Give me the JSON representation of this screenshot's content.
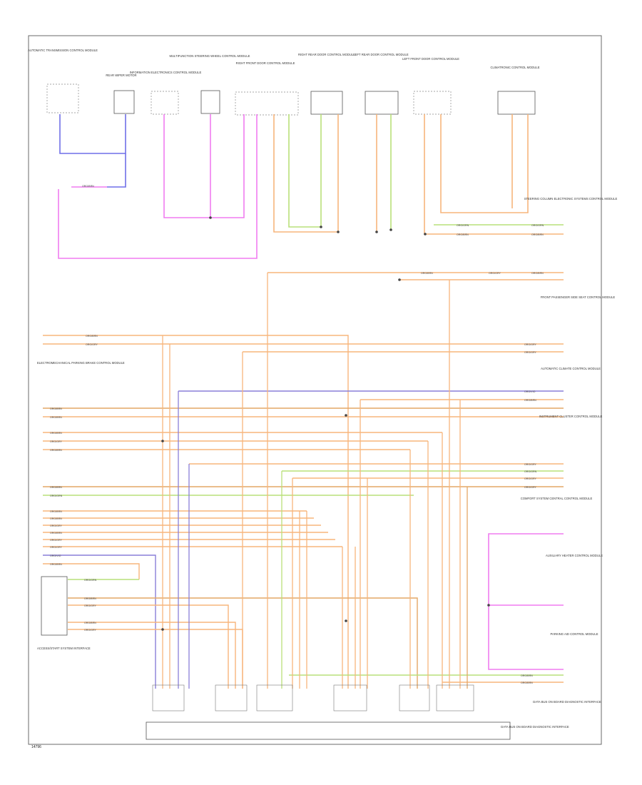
{
  "diagram_id": "",
  "colors": {
    "blue": "#6f6fe8",
    "pink": "#f07cf0",
    "orange": "#f7b57c",
    "green": "#b9e07a",
    "purple": "#8a7fd8",
    "gray": "#9a9a9a",
    "frame": "#555555"
  },
  "components_top": [
    {
      "id": "c1",
      "label": "AUTOMATIC TRANSMISSION CONTROL MODULE"
    },
    {
      "id": "c2",
      "label": "REAR WIPER MOTOR"
    },
    {
      "id": "c3",
      "label": "INFORMATION ELECTRONICS CONTROL MODULE"
    },
    {
      "id": "c4",
      "label": "MULTIFUNCTION STEERING WHEEL CONTROL MODULE"
    },
    {
      "id": "c5",
      "label": "RIGHT FRONT DOOR CONTROL MODULE"
    },
    {
      "id": "c6",
      "label": "RIGHT REAR DOOR CONTROL MODULE"
    },
    {
      "id": "c7",
      "label": "LEFT REAR DOOR CONTROL MODULE"
    },
    {
      "id": "c8",
      "label": "LEFT FRONT DOOR CONTROL MODULE"
    },
    {
      "id": "c9",
      "label": "CLIMATRONIC CONTROL MODULE"
    }
  ],
  "components_right": [
    {
      "id": "r1",
      "label": "STEERING COLUMN ELECTRONIC SYSTEMS CONTROL MODULE"
    },
    {
      "id": "r2",
      "label": "FRONT PASSENGER SIDE SEAT CONTROL MODULE"
    },
    {
      "id": "r3",
      "label": "AUTOMATIC CLIMATE CONTROL MODULE"
    },
    {
      "id": "r4",
      "label": "INSTRUMENT CLUSTER CONTROL MODULE"
    },
    {
      "id": "r5",
      "label": "COMFORT SYSTEM CENTRAL CONTROL MODULE"
    },
    {
      "id": "r6",
      "label": "AUXILIARY HEATER CONTROL MODULE"
    },
    {
      "id": "r7",
      "label": "PARKING AID CONTROL MODULE"
    },
    {
      "id": "r8",
      "label": "DATA BUS ON BOARD DIAGNOSTIC INTERFACE"
    }
  ],
  "components_left": [
    {
      "id": "l1",
      "label": "ELECTROMECHANICAL PARKING BRAKE CONTROL MODULE"
    },
    {
      "id": "l2",
      "label": "ACCESS/START SYSTEM INTERFACE"
    }
  ],
  "bottom_connector": {
    "label": "DATA BUS ON BOARD DIAGNOSTIC INTERFACE"
  },
  "wire_tags": [
    "ORG/BRN",
    "ORG/GRN",
    "ORG/VIO",
    "ORG/BLU",
    "ORG/GRY",
    "ORG/BLK"
  ],
  "footer_code": "14796"
}
